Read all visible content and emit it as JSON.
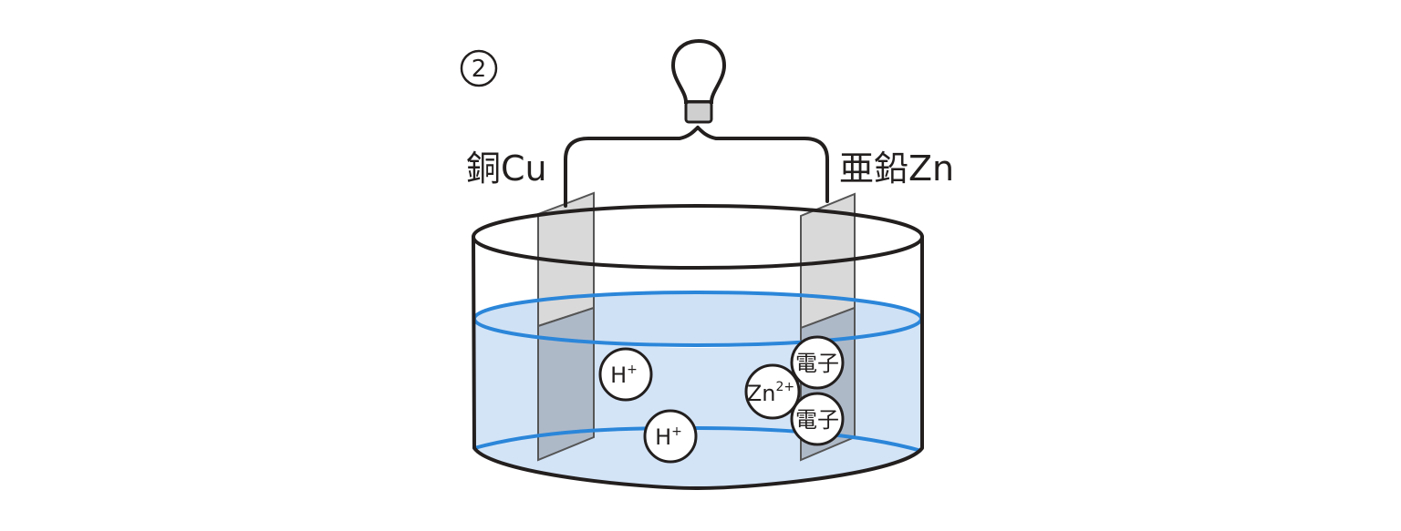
{
  "figure": {
    "number_label": "②",
    "copper_label": "銅Cu",
    "zinc_label": "亜鉛Zn"
  },
  "particles": {
    "hydrogen_ion": {
      "base": "H",
      "charge": "+"
    },
    "zinc_ion": {
      "base": "Zn",
      "charge": "2+"
    },
    "electron": "電子"
  },
  "colors": {
    "water_fill": "#d3e4f7",
    "water_line": "#2b86d9",
    "electrode_dry": "#d9d9d9",
    "electrode_wet": "#aeb9c8",
    "ink": "#231f1f"
  }
}
